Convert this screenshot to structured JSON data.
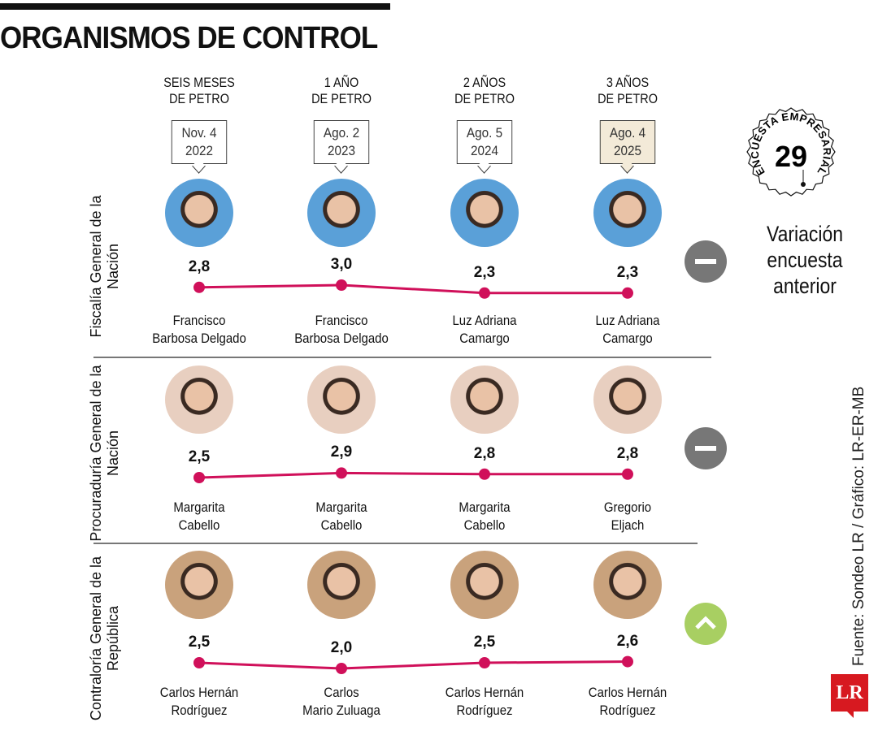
{
  "title": "ORGANISMOS DE CONTROL",
  "columns": [
    {
      "label": "SEIS MESES\nDE PETRO",
      "date": "Nov. 4\n2022"
    },
    {
      "label": "1 AÑO\nDE PETRO",
      "date": "Ago. 2\n2023"
    },
    {
      "label": "2 AÑOS\nDE PETRO",
      "date": "Ago. 5\n2024"
    },
    {
      "label": "3 AÑOS\nDE PETRO",
      "date": "Ago. 4\n2025"
    }
  ],
  "badge": {
    "text": "ENCUESTA EMPRESARIAL",
    "number": "29"
  },
  "variation_label": "Variación encuesta anterior",
  "source": "Fuente: Sondeo LR / Gráfico: LR-ER-MB",
  "logo": "LR",
  "colors": {
    "line": "#d0105a",
    "neutral": "#777777",
    "up": "#a8cf62",
    "highlight_box": "#f3ead8"
  },
  "chart_data": {
    "type": "line",
    "categories": [
      "Nov. 4 2022",
      "Ago. 2 2023",
      "Ago. 5 2024",
      "Ago. 4 2025"
    ],
    "series": [
      {
        "name": "Fiscalía General de la Nación",
        "values_text": [
          "2,8",
          "3,0",
          "2,3",
          "2,3"
        ],
        "values": [
          2.8,
          3.0,
          2.3,
          2.3
        ],
        "people": [
          "Francisco Barbosa Delgado",
          "Francisco Barbosa Delgado",
          "Luz Adriana Camargo",
          "Luz Adriana Camargo"
        ],
        "names_display": [
          "Francisco\nBarbosa Delgado",
          "Francisco\nBarbosa Delgado",
          "Luz Adriana\nCamargo",
          "Luz Adriana\nCamargo"
        ],
        "variation": "equal"
      },
      {
        "name": "Procuraduría General de la Nación",
        "values_text": [
          "2,5",
          "2,9",
          "2,8",
          "2,8"
        ],
        "values": [
          2.5,
          2.9,
          2.8,
          2.8
        ],
        "people": [
          "Margarita Cabello",
          "Margarita Cabello",
          "Margarita Cabello",
          "Gregorio Eljach"
        ],
        "names_display": [
          "Margarita\nCabello",
          "Margarita\nCabello",
          "Margarita\nCabello",
          "Gregorio\nEljach"
        ],
        "variation": "equal"
      },
      {
        "name": "Contraloría General de la República",
        "values_text": [
          "2,5",
          "2,0",
          "2,5",
          "2,6"
        ],
        "values": [
          2.5,
          2.0,
          2.5,
          2.6
        ],
        "people": [
          "Carlos Hernán Rodríguez",
          "Carlos Mario Zuluaga",
          "Carlos Hernán Rodríguez",
          "Carlos Hernán Rodríguez"
        ],
        "names_display": [
          "Carlos Hernán\nRodríguez",
          "Carlos\nMario Zuluaga",
          "Carlos Hernán\nRodríguez",
          "Carlos Hernán\nRodríguez"
        ],
        "variation": "up"
      }
    ]
  }
}
